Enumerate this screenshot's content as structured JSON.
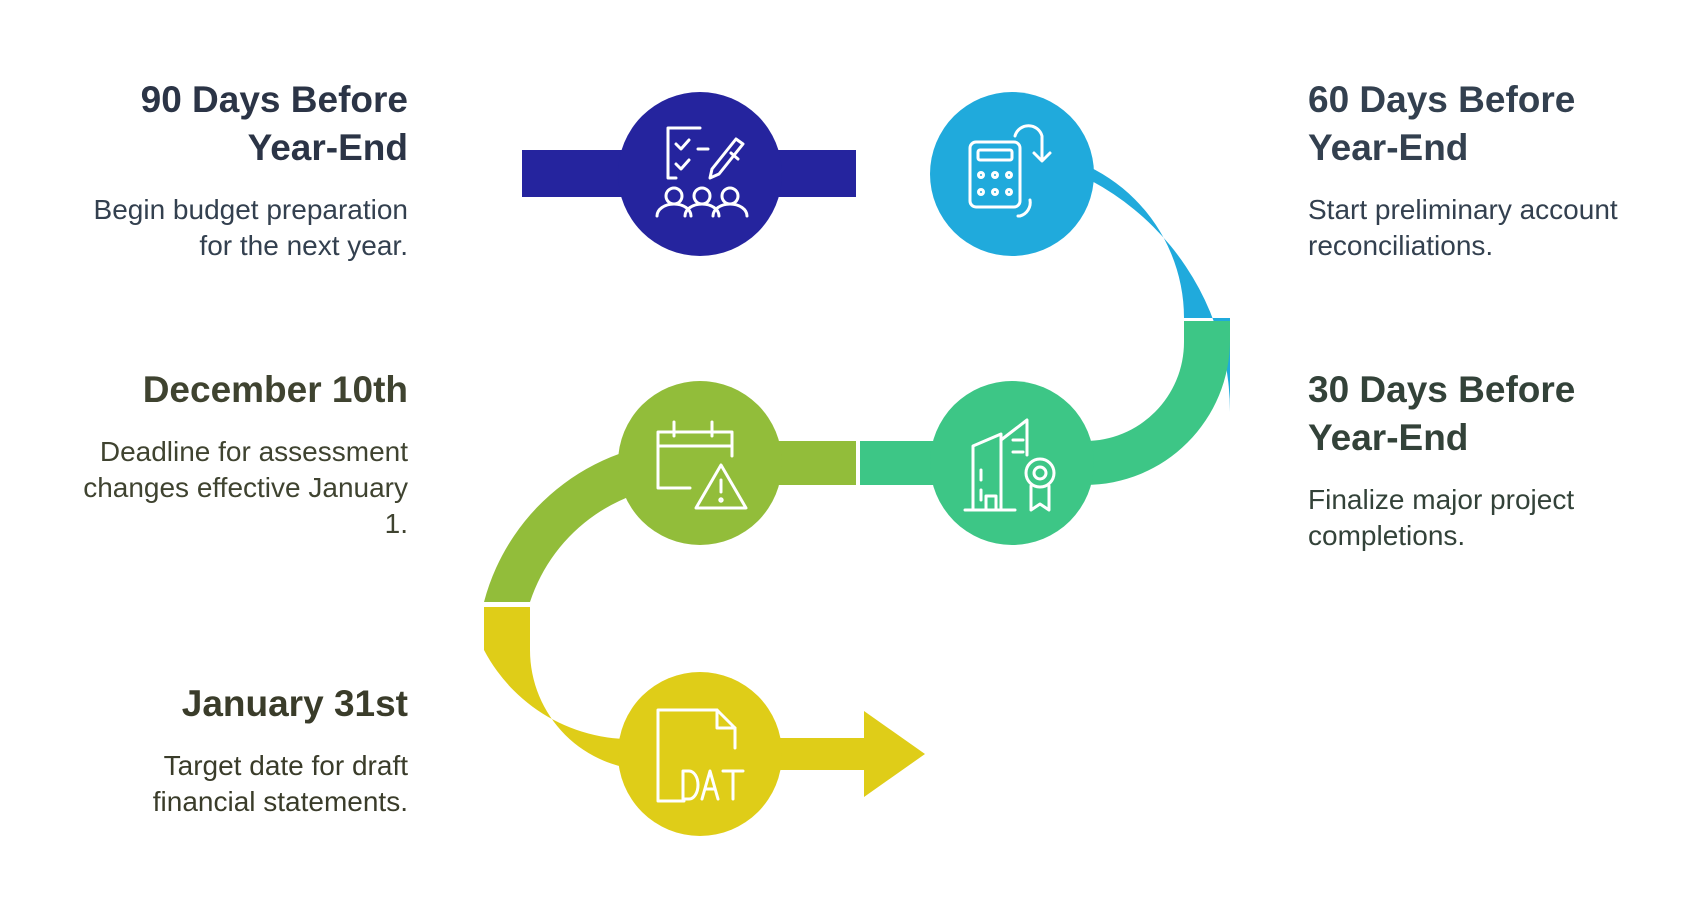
{
  "colors": {
    "navy": "#25249e",
    "sky": "#20aadc",
    "green": "#3dc686",
    "lime": "#92bd3a",
    "yellow": "#dfcd18",
    "icon_stroke": "#ffffff"
  },
  "milestones": [
    {
      "title_lines": [
        "90 Days Before",
        "Year-End"
      ],
      "description_lines": [
        "Begin budget preparation",
        "for the next year."
      ],
      "icon": "checklist-team-icon",
      "color": "#25249e"
    },
    {
      "title_lines": [
        "60 Days Before",
        "Year-End"
      ],
      "description_lines": [
        "Start preliminary account",
        "reconciliations."
      ],
      "icon": "calculator-refresh-icon",
      "color": "#20aadc"
    },
    {
      "title_lines": [
        "30 Days Before",
        "Year-End"
      ],
      "description_lines": [
        "Finalize major project",
        "completions."
      ],
      "icon": "buildings-award-icon",
      "color": "#3dc686"
    },
    {
      "title_lines": [
        "December 10th"
      ],
      "description_lines": [
        "Deadline for assessment",
        "changes effective January",
        "1."
      ],
      "icon": "calendar-warning-icon",
      "color": "#92bd3a"
    },
    {
      "title_lines": [
        "January 31st"
      ],
      "description_lines": [
        "Target date for draft",
        "financial statements."
      ],
      "icon": "dat-file-icon",
      "color": "#dfcd18"
    }
  ]
}
